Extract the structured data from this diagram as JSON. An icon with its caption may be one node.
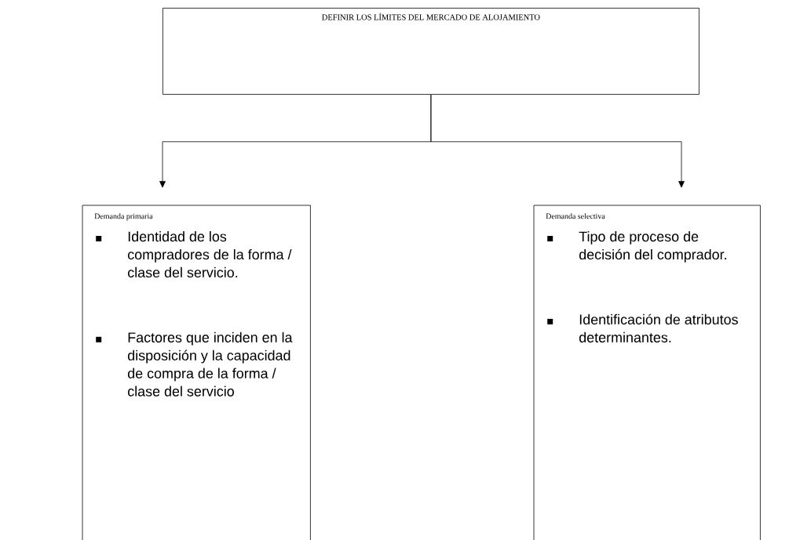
{
  "diagram": {
    "nodes": [
      {
        "text": [
          "DEFINIR LOS LÍMITES DEL MERCADO DE ALOJAMIENTO"
        ]
      },
      {
        "text": [
          "Demanda primaria",
          "Identidad de los compradores de la forma / clase del servicio.",
          "Factores que inciden en la disposición y la capacidad de compra de la forma / clase del servicio"
        ]
      },
      {
        "text": [
          "Demanda selectiva",
          "Tipo de proceso de decisión del comprador.",
          "Identificación de atributos determinantes."
        ]
      }
    ],
    "edges": [
      {
        "from": 0,
        "to": 1,
        "arrow": "to"
      },
      {
        "from": 0,
        "to": 2,
        "arrow": "to"
      }
    ]
  }
}
